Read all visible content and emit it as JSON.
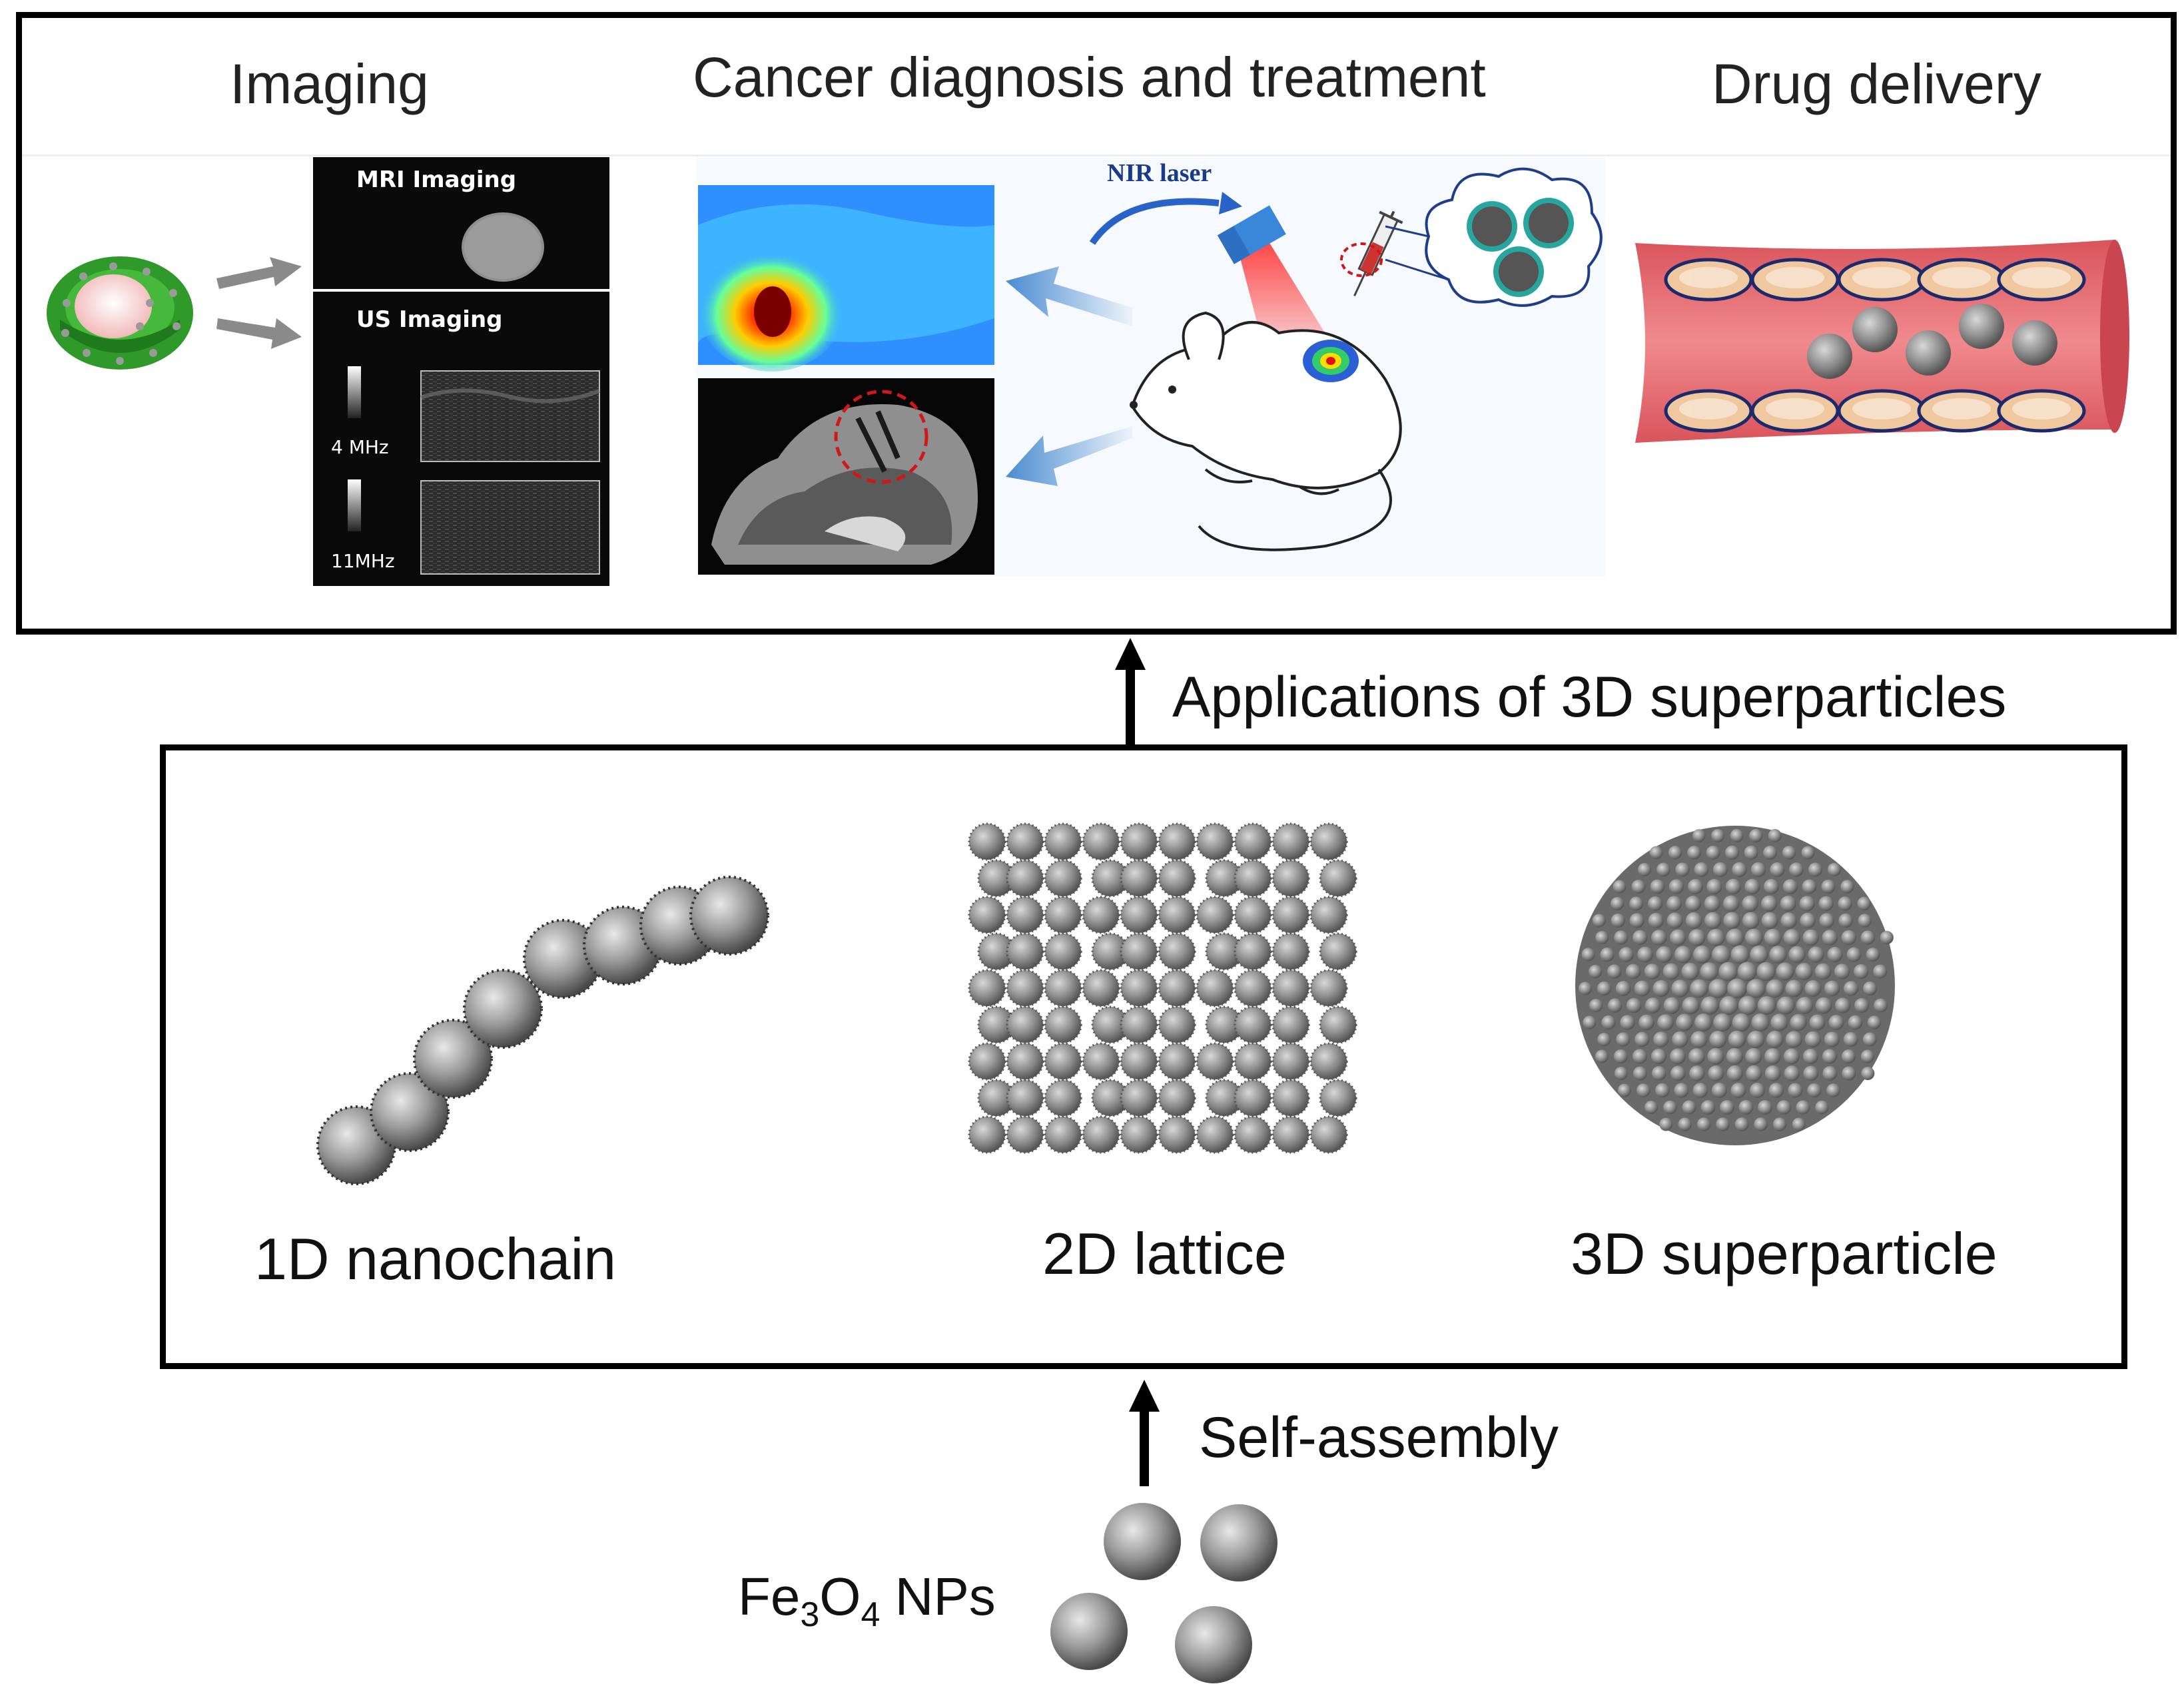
{
  "top": {
    "section_titles": {
      "imaging": "Imaging",
      "cancer": "Cancer diagnosis and treatment",
      "drug": "Drug delivery"
    },
    "mri_label": "MRI Imaging",
    "us_label": "US Imaging",
    "freq_4": "4 MHz",
    "freq_11": "11MHz",
    "nir_label": "NIR laser"
  },
  "arrows": {
    "applications_label": "Applications of 3D superparticles",
    "self_assembly_label": "Self-assembly"
  },
  "middle": {
    "nanochain_label": "1D nanochain",
    "lattice_label": "2D lattice",
    "superparticle_label": "3D superparticle"
  },
  "bottom": {
    "np_prefix": "Fe",
    "np_sub1": "3",
    "np_mid": "O",
    "np_sub2": "4",
    "np_suffix": " NPs"
  },
  "colors": {
    "frame": "#000000",
    "vessel": "#e86f74",
    "cell_fill": "#f0c8a0",
    "cell_stroke": "#1c2a6b",
    "torus": "#2f9a2a",
    "arrow_blue": "#4a8cd0"
  }
}
